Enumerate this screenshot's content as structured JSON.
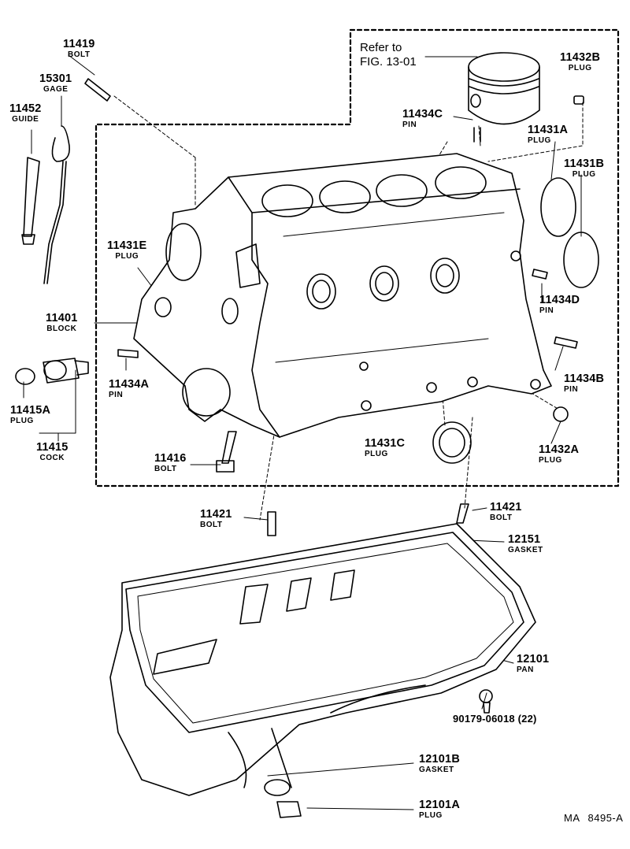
{
  "reference": {
    "line1": "Refer to",
    "line2": "FIG. 13-01"
  },
  "labels": [
    {
      "id": "11419",
      "num": "11419",
      "name": "BOLT"
    },
    {
      "id": "15301",
      "num": "15301",
      "name": "GAGE"
    },
    {
      "id": "11452",
      "num": "11452",
      "name": "GUIDE"
    },
    {
      "id": "11432B",
      "num": "11432B",
      "name": "PLUG"
    },
    {
      "id": "11434C",
      "num": "11434C",
      "name": "PIN"
    },
    {
      "id": "11431A",
      "num": "11431A",
      "name": "PLUG"
    },
    {
      "id": "11431B",
      "num": "11431B",
      "name": "PLUG"
    },
    {
      "id": "11431E",
      "num": "11431E",
      "name": "PLUG"
    },
    {
      "id": "11401",
      "num": "11401",
      "name": "BLOCK"
    },
    {
      "id": "11434D",
      "num": "11434D",
      "name": "PIN"
    },
    {
      "id": "11434A",
      "num": "11434A",
      "name": "PIN"
    },
    {
      "id": "11434B",
      "num": "11434B",
      "name": "PIN"
    },
    {
      "id": "11415A",
      "num": "11415A",
      "name": "PLUG"
    },
    {
      "id": "11415",
      "num": "11415",
      "name": "COCK"
    },
    {
      "id": "11431C",
      "num": "11431C",
      "name": "PLUG"
    },
    {
      "id": "11432A",
      "num": "11432A",
      "name": "PLUG"
    },
    {
      "id": "11416",
      "num": "11416",
      "name": "BOLT"
    },
    {
      "id": "11421L",
      "num": "11421",
      "name": "BOLT"
    },
    {
      "id": "11421R",
      "num": "11421",
      "name": "BOLT"
    },
    {
      "id": "12151",
      "num": "12151",
      "name": "GASKET"
    },
    {
      "id": "12101",
      "num": "12101",
      "name": "PAN"
    },
    {
      "id": "90179",
      "num": "90179-06018 (22)",
      "name": ""
    },
    {
      "id": "12101B",
      "num": "12101B",
      "name": "GASKET"
    },
    {
      "id": "12101A",
      "num": "12101A",
      "name": "PLUG"
    }
  ],
  "diagram_code": {
    "prefix": "MA",
    "number": "8495-A"
  }
}
